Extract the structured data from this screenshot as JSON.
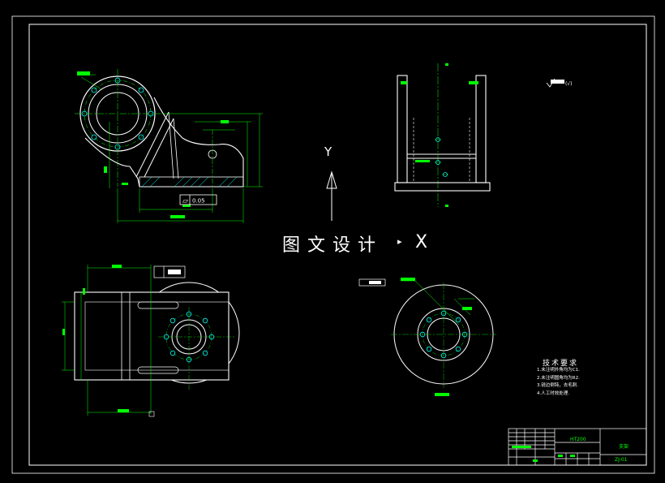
{
  "watermark": {
    "text": "图文设计",
    "axis_x": "X",
    "axis_y": "Y"
  },
  "tech_requirements": {
    "title": "技术要求",
    "items": [
      "1.未注明外角均为C1.",
      "2.未注明圆角均为R2.",
      "3.锐边倒钝，去毛刺.",
      "4.人工时效处理."
    ]
  },
  "title_block": {
    "drawing_name": "支架",
    "material": "HT200",
    "code": "ZJ-01"
  },
  "surface_roughness": {
    "value": "(√)"
  },
  "flatness_tolerance": {
    "symbol": "▱",
    "value": "0.05"
  },
  "colors": {
    "background": "#000000",
    "outline": "#ffffff",
    "dimension": "#00ff00",
    "hole": "#00ffff",
    "hatch": "#00ffff",
    "centerline": "#00ff00"
  }
}
